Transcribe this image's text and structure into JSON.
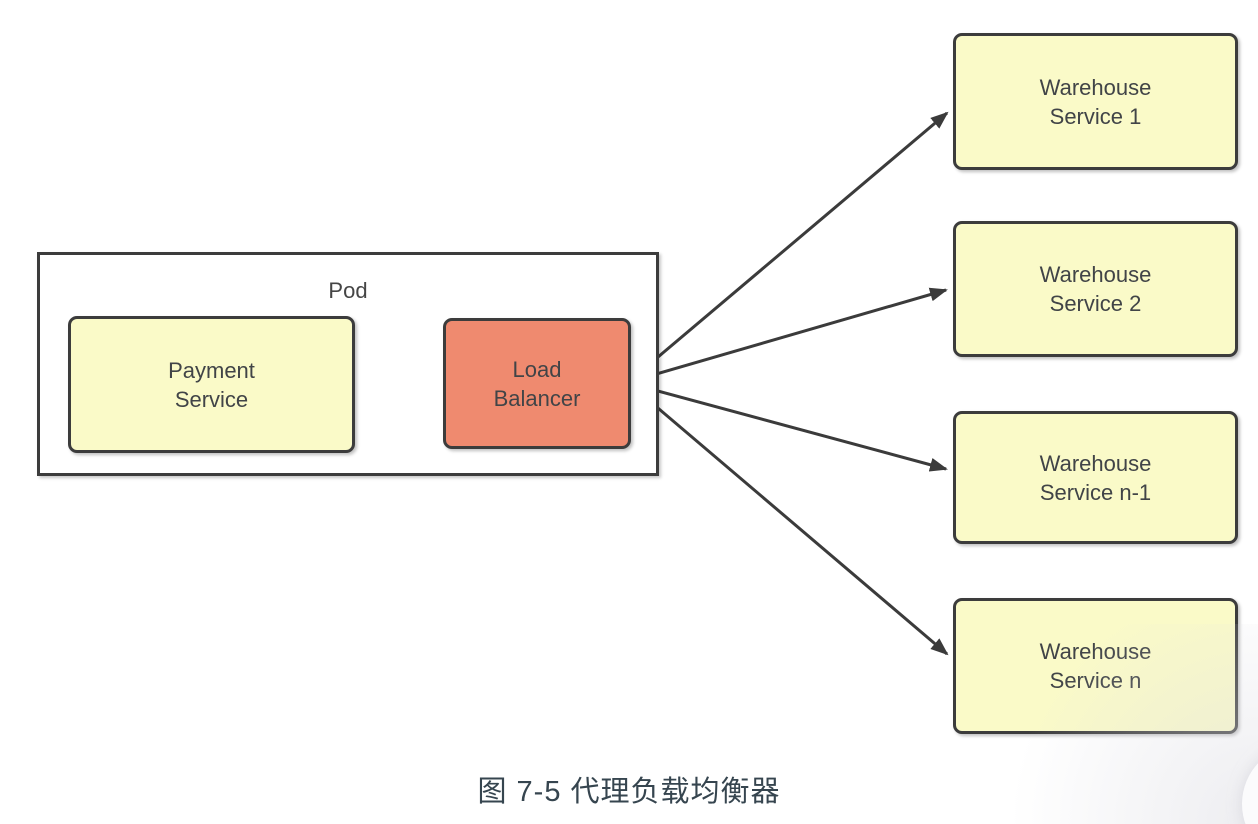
{
  "diagram": {
    "pod": {
      "label": "Pod"
    },
    "payment_service": {
      "line1": "Payment",
      "line2": "Service"
    },
    "load_balancer": {
      "line1": "Load",
      "line2": "Balancer"
    },
    "warehouses": [
      {
        "line1": "Warehouse",
        "line2": "Service 1"
      },
      {
        "line1": "Warehouse",
        "line2": "Service 2"
      },
      {
        "line1": "Warehouse",
        "line2": "Service n-1"
      },
      {
        "line1": "Warehouse",
        "line2": "Service n"
      }
    ],
    "colors": {
      "node_yellow": "#FAFAC8",
      "node_red": "#EF8A6F",
      "node_border": "#3C3C3C",
      "arrow": "#3B3B3B",
      "caption_text": "#36454F"
    }
  },
  "caption": {
    "text": "图 7-5 代理负载均衡器"
  }
}
